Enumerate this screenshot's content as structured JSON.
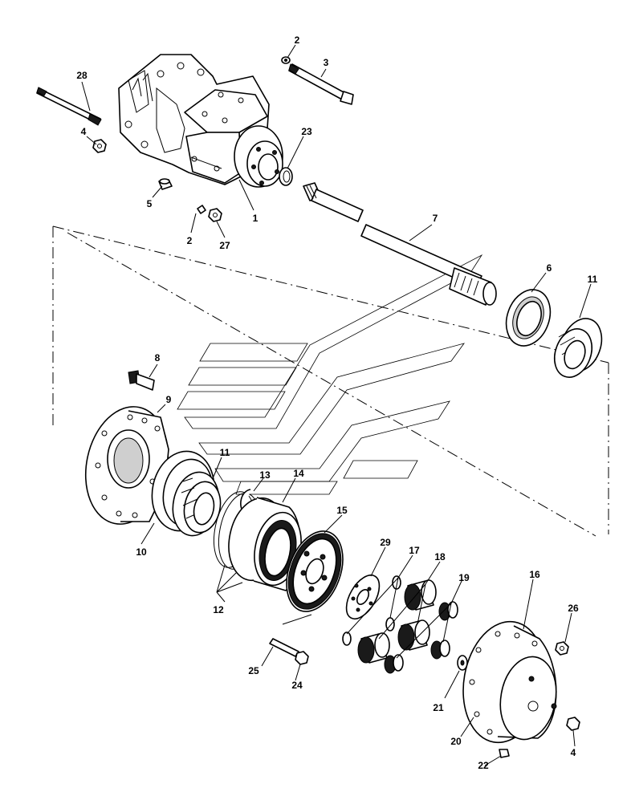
{
  "callouts": {
    "c1": "1",
    "c2a": "2",
    "c2b": "2",
    "c3": "3",
    "c4a": "4",
    "c4b": "4",
    "c5": "5",
    "c6": "6",
    "c7": "7",
    "c8": "8",
    "c9": "9",
    "c10": "10",
    "c11a": "11",
    "c11b": "11",
    "c12": "12",
    "c13": "13",
    "c14": "14",
    "c15": "15",
    "c16": "16",
    "c17": "17",
    "c18": "18",
    "c19": "19",
    "c20": "20",
    "c21": "21",
    "c22": "22",
    "c23": "23",
    "c24": "24",
    "c25": "25",
    "c26": "26",
    "c27": "27",
    "c28": "28",
    "c29": "29"
  }
}
